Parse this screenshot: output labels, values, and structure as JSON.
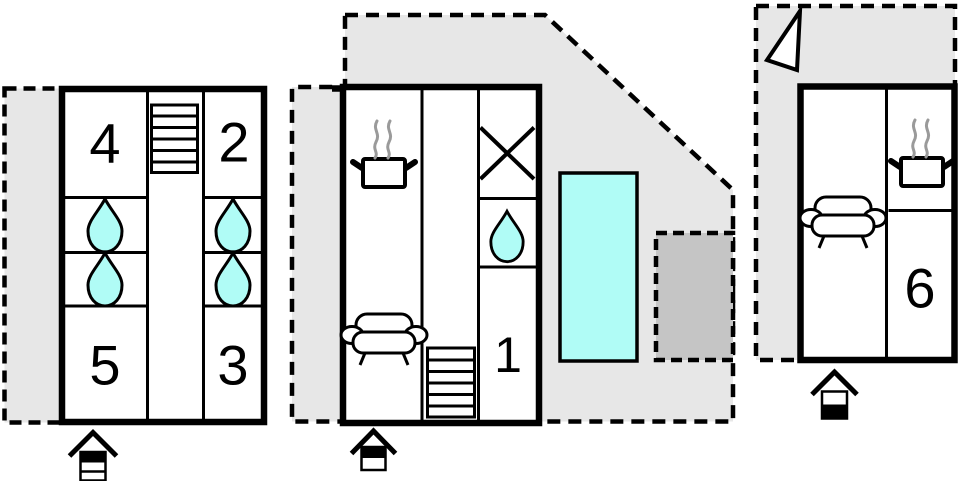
{
  "colors": {
    "terrace": "#e7e7e7",
    "patio": "#c5c5c5",
    "water": "#b0fcf6",
    "outline": "#000000",
    "steam": "#9a9a9a",
    "room": "#ffffff"
  },
  "floors": {
    "left": {
      "rooms": [
        {
          "number": "4"
        },
        {
          "number": "2"
        },
        {
          "number": "5"
        },
        {
          "number": "3"
        }
      ]
    },
    "middle": {
      "rooms": [
        {
          "number": "1"
        }
      ]
    },
    "right": {
      "rooms": [
        {
          "number": "6"
        }
      ]
    }
  },
  "icons": {
    "stairs": "staircase-treads",
    "water_drop": "teardrop",
    "sofa": "couch-front-view",
    "stove": "steaming-pot",
    "wardrobe": "crossed-square",
    "entrance": "entrance-arrow-house",
    "direction": "triangle-pointer",
    "pool": "water-rectangle",
    "patio": "dashed-gray-rectangle"
  }
}
